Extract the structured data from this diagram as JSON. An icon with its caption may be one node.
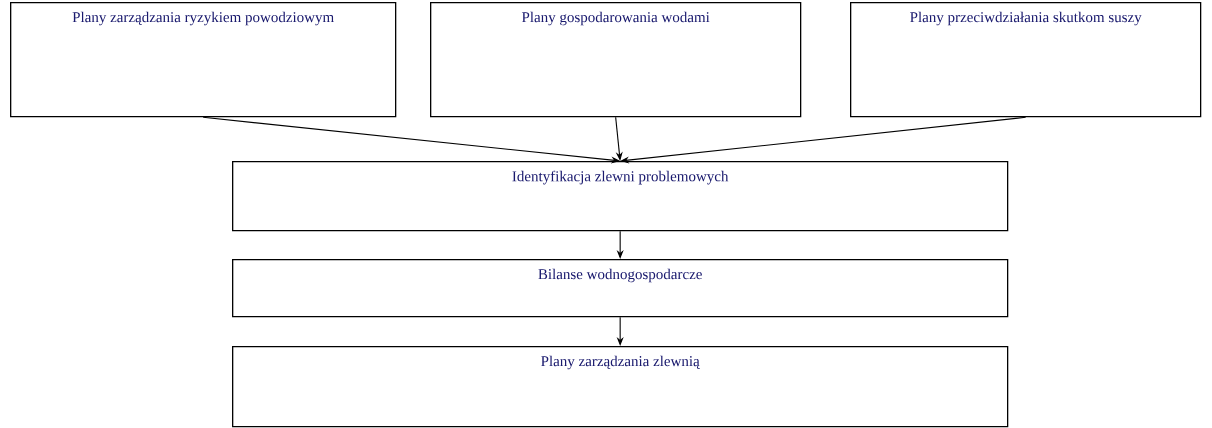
{
  "diagram": {
    "nodes": [
      {
        "text": [
          "Plany zarządzania ryzykiem powodziowym"
        ]
      },
      {
        "text": [
          "Plany gospodarowania wodami"
        ]
      },
      {
        "text": [
          "Plany przeciwdziałania skutkom suszy"
        ]
      },
      {
        "text": [
          "Identyfikacja zlewni problemowych"
        ]
      },
      {
        "text": [
          "Bilanse wodnogospodarcze"
        ]
      },
      {
        "text": [
          "Plany zarządzania zlewnią"
        ]
      }
    ],
    "edges": [
      {
        "from": 0,
        "to": 3,
        "arrow": "to"
      },
      {
        "from": 1,
        "to": 3,
        "arrow": "to"
      },
      {
        "from": 2,
        "to": 3,
        "arrow": "to"
      },
      {
        "from": 3,
        "to": 4,
        "arrow": "to"
      },
      {
        "from": 4,
        "to": 5,
        "arrow": "to"
      }
    ]
  }
}
